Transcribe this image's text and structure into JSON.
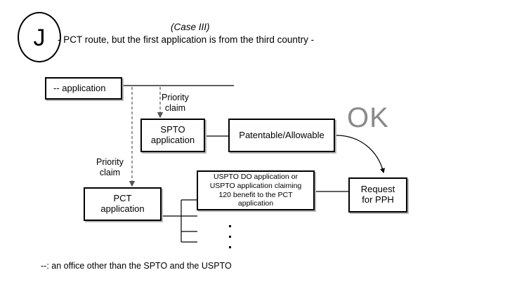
{
  "diagram": {
    "badge": {
      "letter": "J"
    },
    "title": "(Case III)",
    "subtitle": "- PCT route, but the first application is from the third country -",
    "ok_label": "OK",
    "footnote": "--: an office other than the SPTO and the USPTO",
    "colors": {
      "ok": "#8a8a8a",
      "box_border": "#000000",
      "box_shadow": "#b9b9b9",
      "background": "#ffffff"
    },
    "boxes": {
      "foreign_application": "-- application",
      "spto_application_l1": "SPTO",
      "spto_application_l2": "application",
      "patentable": "Patentable/Allowable",
      "pct_application_l1": "PCT",
      "pct_application_l2": "application",
      "uspto_do_l1": "USPTO DO application or",
      "uspto_do_l2": "USPTO application claiming",
      "uspto_do_l3": "120 benefit to the PCT",
      "uspto_do_l4": "application",
      "request_l1": "Request",
      "request_l2": "for PPH"
    },
    "labels": {
      "priority_claim_1_l1": "Priority",
      "priority_claim_1_l2": "claim",
      "priority_claim_2_l1": "Priority",
      "priority_claim_2_l2": "claim"
    }
  }
}
